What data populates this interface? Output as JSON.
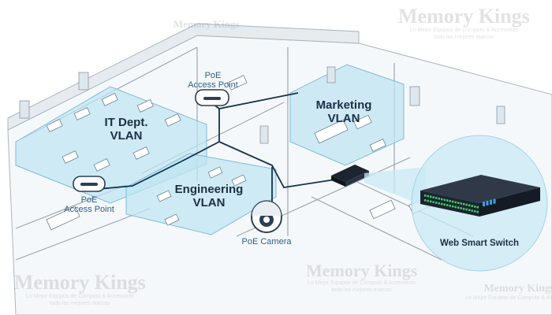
{
  "labels": {
    "it_vlan": {
      "line1": "IT Dept.",
      "line2": "VLAN"
    },
    "engineering_vlan": {
      "line1": "Engineering",
      "line2": "VLAN"
    },
    "marketing_vlan": {
      "line1": "Marketing",
      "line2": "VLAN"
    },
    "ap_top": {
      "line1": "PoE",
      "line2": "Access Point"
    },
    "ap_left": {
      "line1": "PoE",
      "line2": "Access Point"
    },
    "camera": "PoE Camera",
    "switch": "Web Smart Switch"
  },
  "watermarks": {
    "brand": "Memory Kings",
    "tagline1": "Lo Mejor Equipos de Computo & Accesorios",
    "tagline2": "todo las mejores marcas"
  },
  "colors": {
    "zone_fill": "#bfe4f2",
    "zone_edge": "#7fbcd6",
    "network_line": "#17324f",
    "wall": "#9aa7b2",
    "switch_body": "#1d2430",
    "switch_port_green": "#3fd16a",
    "switch_port_blue": "#3aa0e6",
    "callout_fill": "#c8e9f5"
  }
}
